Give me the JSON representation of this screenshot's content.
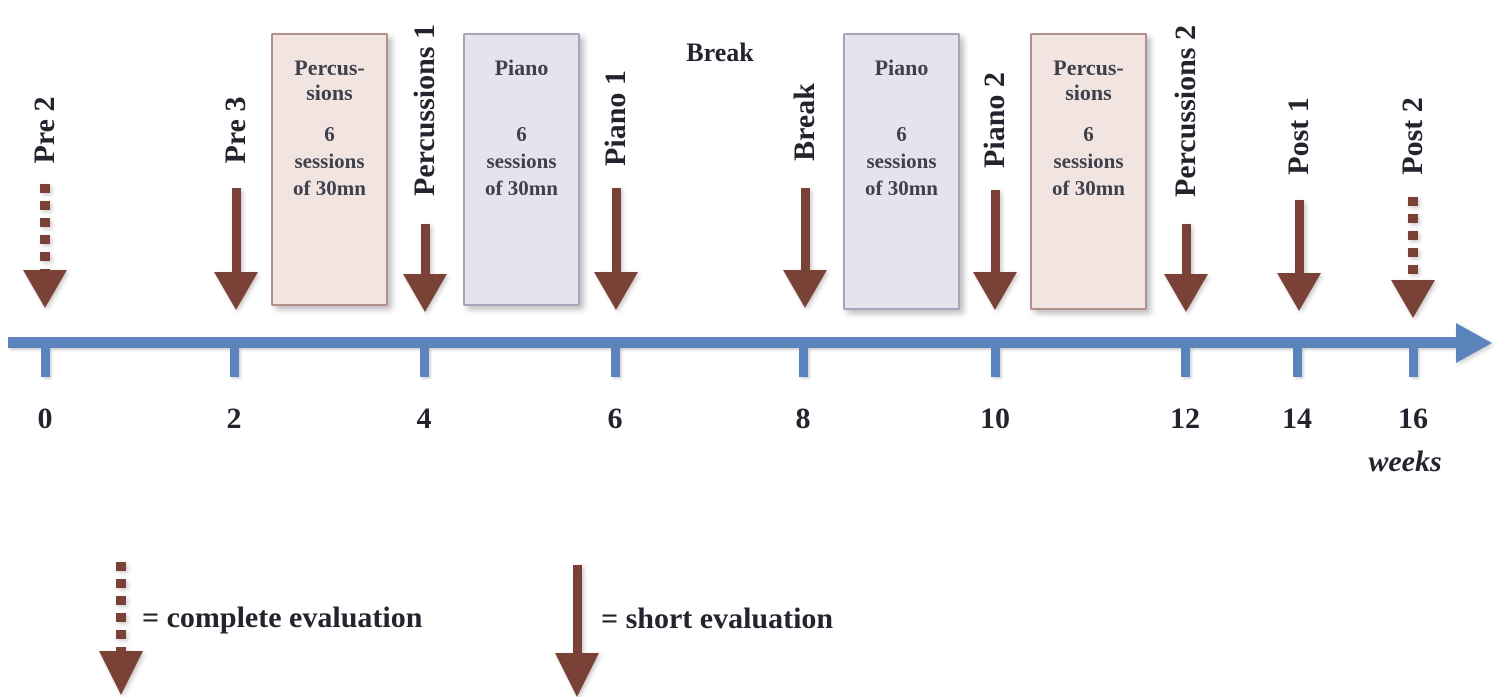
{
  "palette": {
    "arrow": "#7a4137",
    "timeline": "#5b84bd",
    "label_text": "#23252e",
    "box_text": "#3e404c",
    "percussion_fill": "#f2e4e1",
    "percussion_border": "#b3908a",
    "piano_fill": "#e5e4ec",
    "piano_border": "#a3a6bb"
  },
  "events": [
    {
      "label": "Pre 2",
      "arrow": "dotted"
    },
    {
      "label": "Pre 3",
      "arrow": "solid"
    },
    {
      "label": "Percussions 1",
      "arrow": "solid"
    },
    {
      "label": "Piano 1",
      "arrow": "solid"
    },
    {
      "label": "Break",
      "arrow": "solid"
    },
    {
      "label": "Piano 2",
      "arrow": "solid"
    },
    {
      "label": "Percussions 2",
      "arrow": "solid"
    },
    {
      "label": "Post 1",
      "arrow": "solid"
    },
    {
      "label": "Post 2",
      "arrow": "dotted"
    }
  ],
  "break_note": "Break",
  "boxes": [
    {
      "type": "percussions",
      "title": "Percus-\nsions",
      "details": "6\nsessions\nof 30mn"
    },
    {
      "type": "piano",
      "title": "Piano",
      "details": "6\nsessions\nof 30mn"
    },
    {
      "type": "piano",
      "title": "Piano",
      "details": "6\nsessions\nof 30mn"
    },
    {
      "type": "percussions",
      "title": "Percus-\nsions",
      "details": "6\nsessions\nof 30mn"
    }
  ],
  "timeline": {
    "ticks": [
      "0",
      "2",
      "4",
      "6",
      "8",
      "10",
      "12",
      "14",
      "16"
    ],
    "unit": "weeks"
  },
  "legend": [
    {
      "symbol": "dotted-arrow",
      "label": "= complete evaluation"
    },
    {
      "symbol": "solid-arrow",
      "label": "= short evaluation"
    }
  ]
}
